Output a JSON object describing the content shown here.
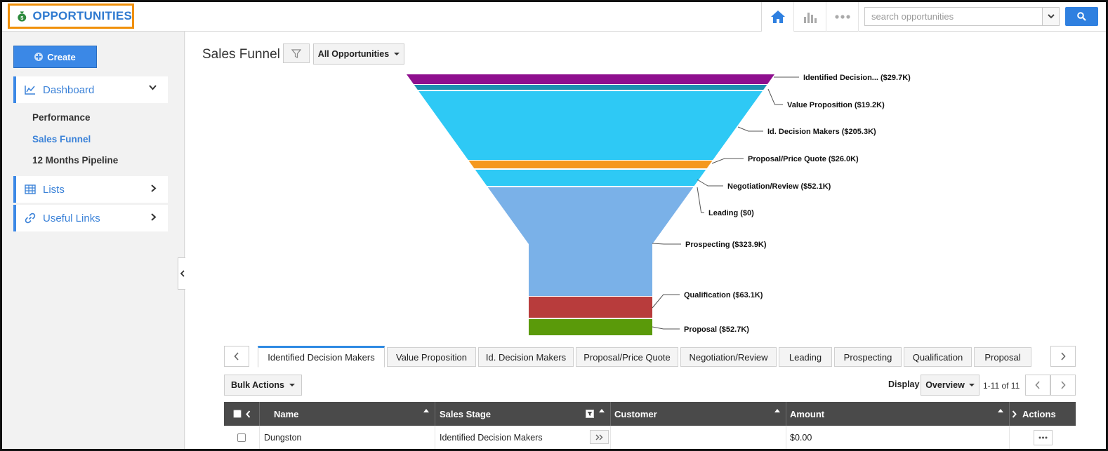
{
  "app": {
    "title": "OPPORTUNITIES"
  },
  "topbar": {
    "search_placeholder": "search opportunities",
    "icons": [
      "home-icon",
      "bar-chart-icon",
      "more-dots-icon",
      "chevron-down-icon",
      "search-icon"
    ]
  },
  "sidebar": {
    "create_label": "Create",
    "dashboard_label": "Dashboard",
    "dashboard_items": [
      "Performance",
      "Sales Funnel",
      "12 Months Pipeline"
    ],
    "active_item": "Sales Funnel",
    "lists_label": "Lists",
    "useful_links_label": "Useful Links"
  },
  "main": {
    "title": "Sales Funnel",
    "view_select": "All Opportunities"
  },
  "chart_data": {
    "type": "funnel",
    "segments": [
      {
        "name": "Identified Decision Makers",
        "label": "Identified Decision... ($29.7K)",
        "value": 29.7,
        "color": "#8e0f8e"
      },
      {
        "name": "Value Proposition",
        "label": "Value Proposition ($19.2K)",
        "value": 19.2,
        "color": "#1c8fb0"
      },
      {
        "name": "Id. Decision Makers",
        "label": "Id. Decision Makers ($205.3K)",
        "value": 205.3,
        "color": "#2ec9f5"
      },
      {
        "name": "Proposal/Price Quote",
        "label": "Proposal/Price Quote ($26.0K)",
        "value": 26.0,
        "color": "#f5981e"
      },
      {
        "name": "Negotiation/Review",
        "label": "Negotiation/Review ($52.1K)",
        "value": 52.1,
        "color": "#2ec9f5"
      },
      {
        "name": "Leading",
        "label": "Leading ($0)",
        "value": 0,
        "color": "#7ab1e8"
      },
      {
        "name": "Prospecting",
        "label": "Prospecting ($323.9K)",
        "value": 323.9,
        "color": "#7ab1e8"
      },
      {
        "name": "Qualification",
        "label": "Qualification ($63.1K)",
        "value": 63.1,
        "color": "#b83c3c"
      },
      {
        "name": "Proposal",
        "label": "Proposal ($52.7K)",
        "value": 52.7,
        "color": "#5a9a0a"
      }
    ],
    "unit": "$K"
  },
  "tabs": [
    "Identified Decision Makers",
    "Value Proposition",
    "Id. Decision Makers",
    "Proposal/Price Quote",
    "Negotiation/Review",
    "Leading",
    "Prospecting",
    "Qualification",
    "Proposal"
  ],
  "active_tab": "Identified Decision Makers",
  "toolbar": {
    "bulk_actions": "Bulk Actions",
    "display_label": "Display",
    "display_value": "Overview",
    "page_info": "1-11 of 11"
  },
  "grid": {
    "columns": [
      "Name",
      "Sales Stage",
      "Customer",
      "Amount",
      "Actions"
    ],
    "rows": [
      {
        "name": "Dungston",
        "sales_stage": "Identified Decision Makers",
        "customer": "",
        "amount": "$0.00"
      }
    ]
  }
}
